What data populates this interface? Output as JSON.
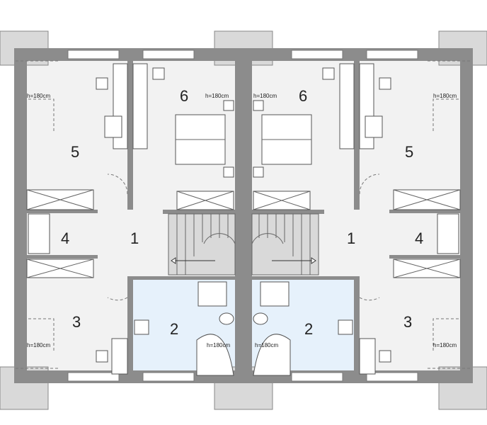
{
  "rooms": {
    "left": {
      "r1": "1",
      "r2": "2",
      "r3": "3",
      "r4": "4",
      "r5": "5",
      "r6": "6"
    },
    "right": {
      "r1": "1",
      "r2": "2",
      "r3": "3",
      "r4": "4",
      "r5": "5",
      "r6": "6"
    }
  },
  "height_label": "h=180cm",
  "colors": {
    "wall": "#8c8c8c",
    "floor": "#f2f2f2",
    "bathroom": "#e6f1fb",
    "stair": "#d9d9d9"
  }
}
